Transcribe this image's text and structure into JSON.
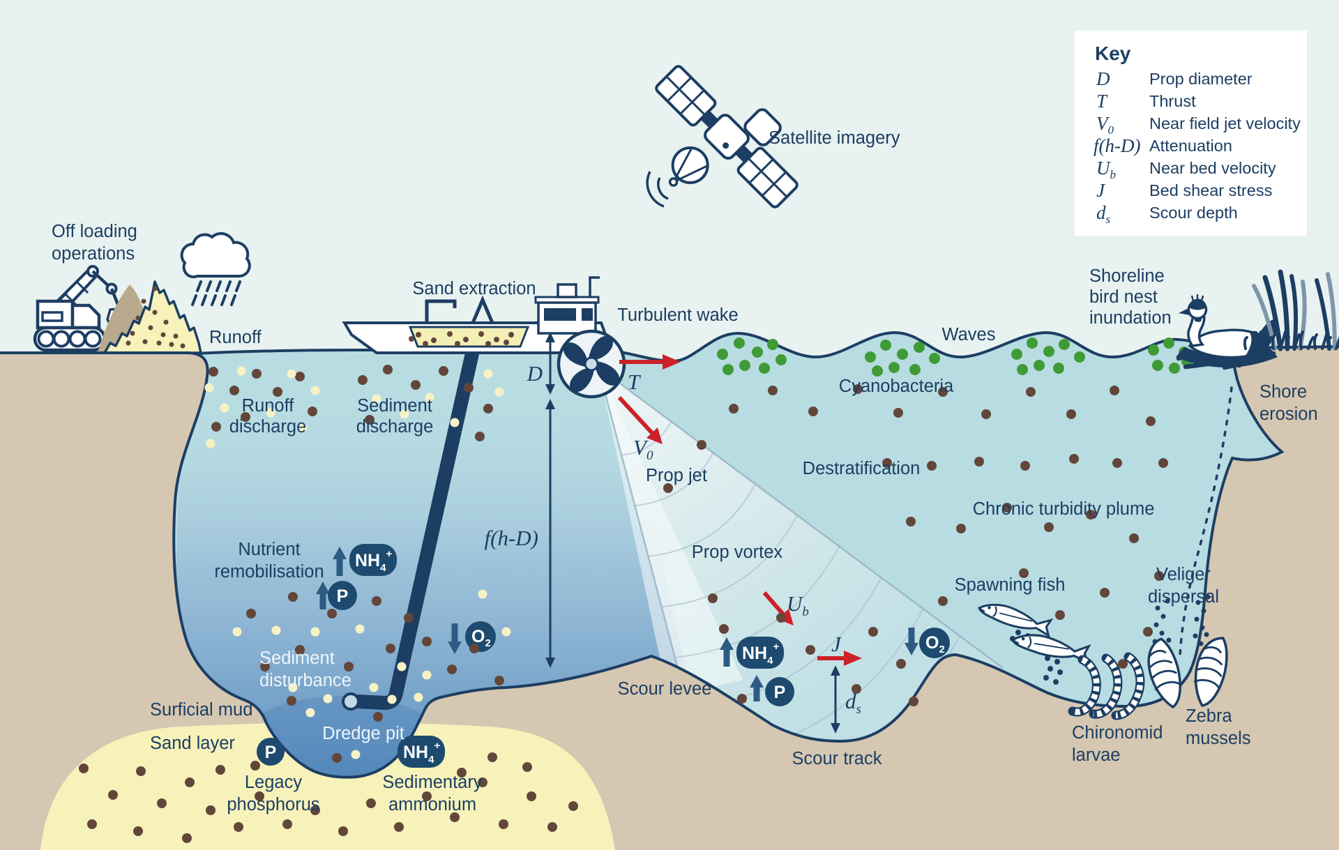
{
  "key": {
    "title": "Key",
    "items": [
      {
        "sym": "D",
        "sub": "",
        "label": "Prop diameter"
      },
      {
        "sym": "T",
        "sub": "",
        "label": "Thrust"
      },
      {
        "sym": "V",
        "sub": "0",
        "label": "Near field jet velocity"
      },
      {
        "sym": "f(h-D)",
        "sub": "",
        "label": "Attenuation"
      },
      {
        "sym": "U",
        "sub": "b",
        "label": "Near bed velocity"
      },
      {
        "sym": "J",
        "sub": "",
        "label": "Bed shear stress"
      },
      {
        "sym": "d",
        "sub": "s",
        "label": "Scour depth"
      }
    ]
  },
  "labels": {
    "off_loading": {
      "l1": "Off loading",
      "l2": "operations"
    },
    "runoff": "Runoff",
    "sand_extraction": "Sand extraction",
    "satellite_imagery": "Satellite imagery",
    "turbulent_wake": "Turbulent wake",
    "waves": "Waves",
    "cyanobacteria": "Cyanobacteria",
    "shoreline": {
      "l1": "Shoreline",
      "l2": "bird nest",
      "l3": "inundation"
    },
    "shore_erosion": {
      "l1": "Shore",
      "l2": "erosion"
    },
    "runoff_discharge": {
      "l1": "Runoff",
      "l2": "discharge"
    },
    "sediment_discharge": {
      "l1": "Sediment",
      "l2": "discharge"
    },
    "destratification": "Destratification",
    "chronic_turbidity": "Chronic turbidity plume",
    "prop_jet": "Prop jet",
    "prop_vortex": "Prop vortex",
    "nutrient_remobilisation": {
      "l1": "Nutrient",
      "l2": "remobilisation"
    },
    "sediment_disturbance": {
      "l1": "Sediment",
      "l2": "disturbance"
    },
    "surficial_mud": "Surficial mud",
    "sand_layer": "Sand layer",
    "legacy_phosphorus": {
      "l1": "Legacy",
      "l2": "phosphorus"
    },
    "dredge_pit": "Dredge pit",
    "sedimentary_ammonium": {
      "l1": "Sedimentary",
      "l2": "ammonium"
    },
    "scour_levee": "Scour levee",
    "scour_track": "Scour track",
    "spawning_fish": "Spawning fish",
    "veliger_dispersal": {
      "l1": "Veliger",
      "l2": "dispersal"
    },
    "chironomid_larvae": {
      "l1": "Chironomid",
      "l2": "larvae"
    },
    "zebra_mussels": {
      "l1": "Zebra",
      "l2": "mussels"
    }
  },
  "badges": {
    "nh4": {
      "base": "NH",
      "sub": "4",
      "sup": "+"
    },
    "p": "P",
    "o2": {
      "base": "O",
      "sub": "2"
    }
  },
  "symbols": {
    "thrust": "T",
    "diameter": "D",
    "jet": {
      "base": "V",
      "sub": "0"
    },
    "near_bed": {
      "base": "U",
      "sub": "b"
    },
    "shear": "J",
    "scour": {
      "base": "d",
      "sub": "s"
    },
    "attenuation": "f(h-D)"
  },
  "colors": {
    "navy": "#1d3e63",
    "red": "#cc2128",
    "green": "#3f9b35",
    "water": "#b7dce2",
    "deep_water": "#4e82b8",
    "sand": "#f6f2ba",
    "shore_tan": "#d5c7b1",
    "badge_navy": "#1d4a6e",
    "sky": "#e8f2f0"
  }
}
